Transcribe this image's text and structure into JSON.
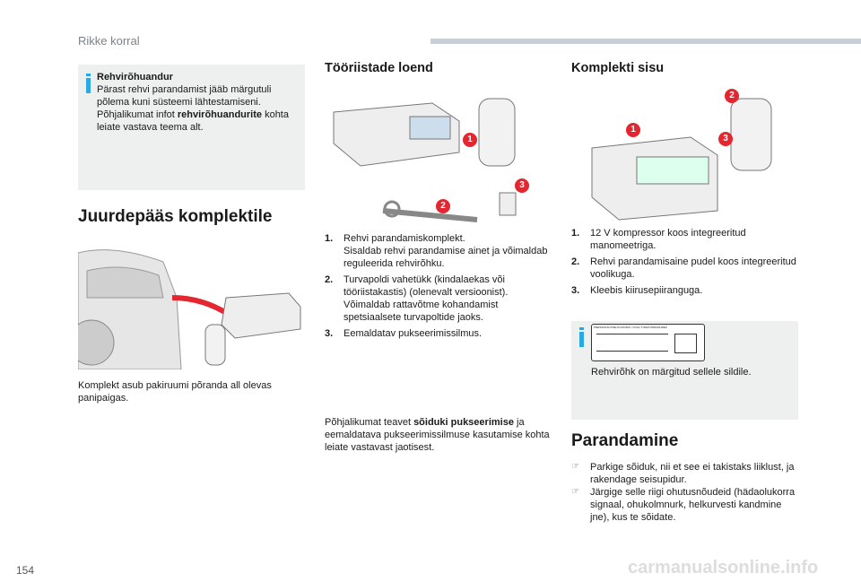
{
  "header": {
    "section": "Rikke korral",
    "page_number": "154"
  },
  "watermark": "carmanualsonline.info",
  "left": {
    "info": {
      "title": "Rehvirõhuandur",
      "text_before": "Pärast rehvi parandamist jääb märgutuli põlema kuni süsteemi lähtestamiseni. Põhjalikumat infot ",
      "text_bold": "rehvirõhuandurite",
      "text_after": " kohta leiate vastava teema alt."
    },
    "heading": "Juurdepääs komplektile",
    "caption": "Komplekt asub pakiruumi põranda all olevas panipaigas."
  },
  "middle": {
    "heading": "Tööriistade loend",
    "callouts": [
      "1",
      "2",
      "3"
    ],
    "items": [
      {
        "num": "1.",
        "text": "Rehvi parandamiskomplekt.\nSisaldab rehvi parandamise ainet ja võimaldab reguleerida rehvirõhku."
      },
      {
        "num": "2.",
        "text": "Turvapoldi vahetükk (kindalaekas või tööriistakastis) (olenevalt versioonist).\nVõimaldab rattavõtme kohandamist spetsiaalsete turvapoltide jaoks."
      },
      {
        "num": "3.",
        "text": "Eemaldatav pukseerimissilmus."
      }
    ],
    "note": {
      "before": "Põhjalikumat teavet ",
      "bold": "sõiduki pukseerimise",
      "after": " ja eemaldatava pukseerimissilmuse kasutamise kohta leiate vastavast jaotisest."
    }
  },
  "right": {
    "heading": "Komplekti sisu",
    "callouts": [
      "1",
      "2",
      "3"
    ],
    "items": [
      {
        "num": "1.",
        "text": "12 V kompressor koos integreeritud manomeetriga."
      },
      {
        "num": "2.",
        "text": "Rehvi parandamisaine pudel koos integreeritud voolikuga."
      },
      {
        "num": "3.",
        "text": "Kleebis kiirusepiiranguga."
      }
    ],
    "info_text": "Rehvirõhk on märgitud sellele sildile.",
    "label_title": "PRESSIONS PNEUS FROIDS / COLD TYRES PRESSURES",
    "heading2": "Parandamine",
    "bullets": [
      "Parkige sõiduk, nii et see ei takistaks liiklust, ja rakendage seisupidur.",
      "Järgige selle riigi ohutusnõudeid (hädaolukorra signaal, ohukolmnurk, helkurvesti kandmine jne), kus te sõidate."
    ]
  },
  "colors": {
    "accent": "#e3262f",
    "info": "#2aa9e0",
    "box": "#eef0f0"
  }
}
